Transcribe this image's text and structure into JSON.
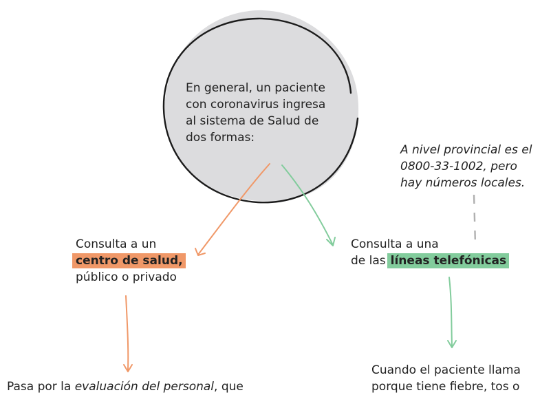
{
  "colors": {
    "circle_fill": "#dcdcde",
    "circle_stroke": "#1b1b1b",
    "orange": "#f09868",
    "green": "#82cc9c",
    "dash": "#b0b0b0",
    "text": "#222222"
  },
  "intro": {
    "lines": [
      "En general, un paciente",
      "con coronavirus ingresa",
      "al sistema de Salud de",
      "dos formas:"
    ]
  },
  "note": {
    "lines": [
      "A nivel provincial es el",
      "0800-33-1002, pero",
      "hay números locales."
    ]
  },
  "left_branch": {
    "line1": "Consulta a un",
    "highlight": "centro de salud,",
    "line3": "público o privado"
  },
  "right_branch": {
    "line1": "Consulta a una",
    "prefix": "de las",
    "highlight": "líneas telefónicas"
  },
  "bottom_left": {
    "before": "Pasa por la ",
    "emphasis": "evaluación del personal",
    "after": ", que"
  },
  "bottom_right": {
    "lines": [
      "Cuando el paciente llama",
      "porque tiene fiebre, tos o"
    ]
  }
}
